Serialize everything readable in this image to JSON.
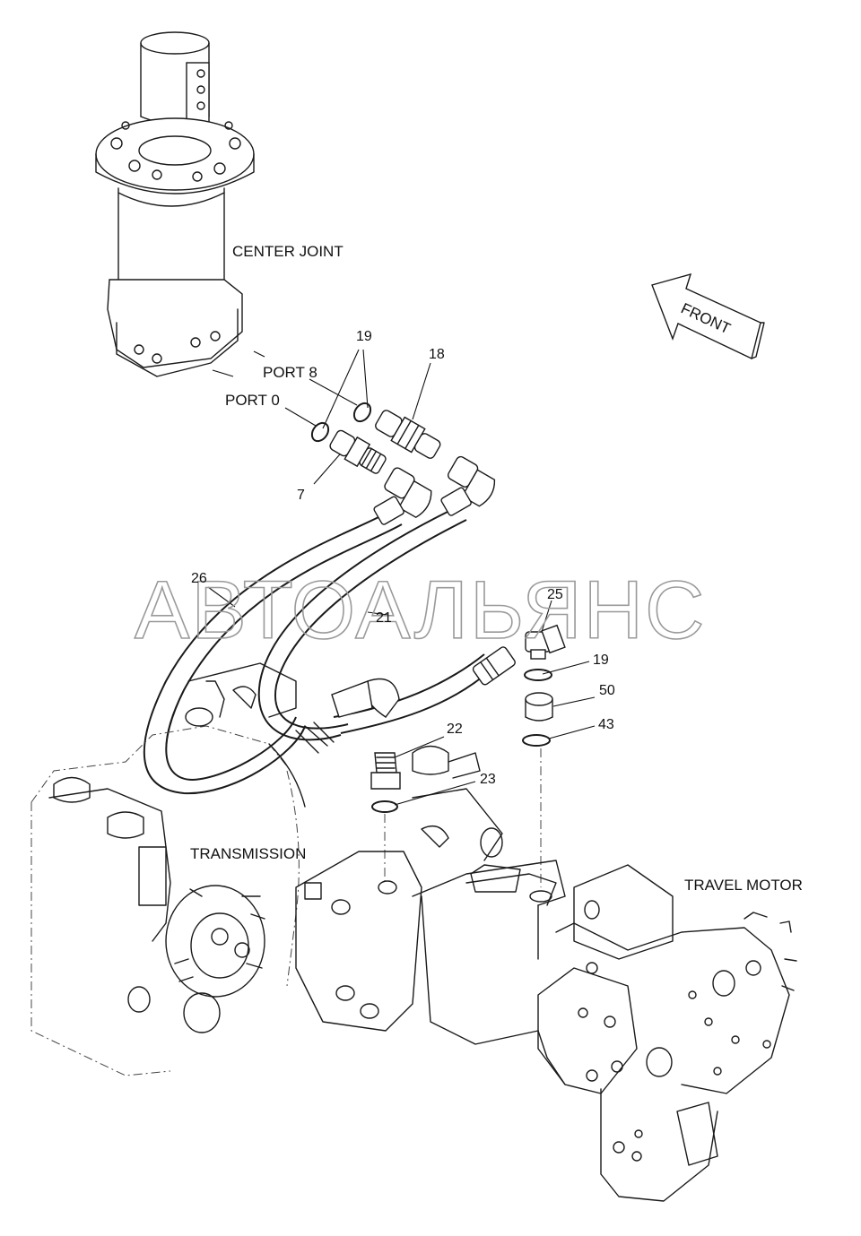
{
  "labels": {
    "center_joint": "CENTER JOINT",
    "front": "FRONT",
    "port8": "PORT 8",
    "port0": "PORT 0",
    "transmission": "TRANSMISSION",
    "travel_motor": "TRAVEL MOTOR"
  },
  "watermark": "АВТОАЛЬЯНС",
  "callouts": {
    "c19a": "19",
    "c18": "18",
    "c7": "7",
    "c26": "26",
    "c21": "21",
    "c25": "25",
    "c19b": "19",
    "c50": "50",
    "c43": "43",
    "c22": "22",
    "c23": "23"
  }
}
